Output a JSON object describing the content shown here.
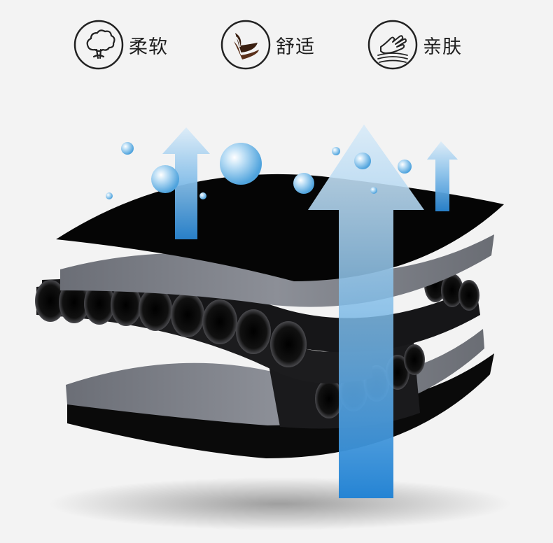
{
  "features": [
    {
      "label": "柔软",
      "icon": "cotton-icon"
    },
    {
      "label": "舒适",
      "icon": "layers-icon"
    },
    {
      "label": "亲肤",
      "icon": "hand-touch-icon"
    }
  ],
  "colors": {
    "arrow_blue": "#2f8fd8",
    "arrow_light": "#cde6f7",
    "fabric_black": "#0a0a0a",
    "fabric_gray": "#7a7d85",
    "icon_stroke": "#222222"
  }
}
